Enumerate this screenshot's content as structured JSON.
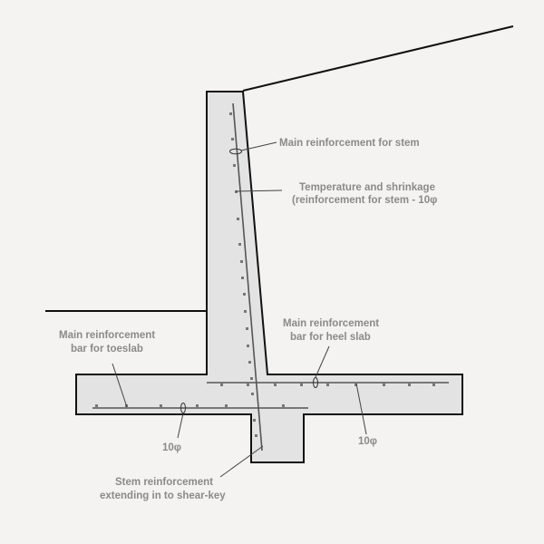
{
  "labels": {
    "stem_main": "Main reinforcement for stem",
    "temp_line1": "Temperature and shrinkage",
    "temp_line2": "(reinforcement for stem - 10φ",
    "heel_line1": "Main  reinforcement",
    "heel_line2": "bar for heel slab",
    "toe_line1": "Main  reinforcement",
    "toe_line2": "bar for toeslab",
    "toe_dia": "10φ",
    "heel_dia": "10φ",
    "key_line1": "Stem reinforcement",
    "key_line2": "extending in to shear-key"
  }
}
